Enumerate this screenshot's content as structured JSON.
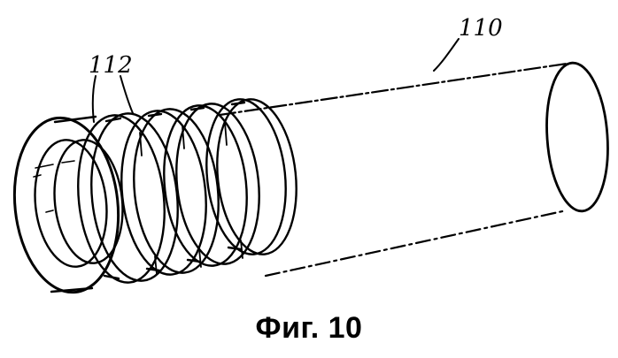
{
  "figure": {
    "caption": "Фиг. 10",
    "reference_labels": {
      "tube": "110",
      "coil": "112"
    },
    "components": {
      "tube": "cylindrical-tube",
      "coil": "helical-coil-rings"
    },
    "colors": {
      "line": "#000000",
      "background": "#ffffff"
    }
  }
}
